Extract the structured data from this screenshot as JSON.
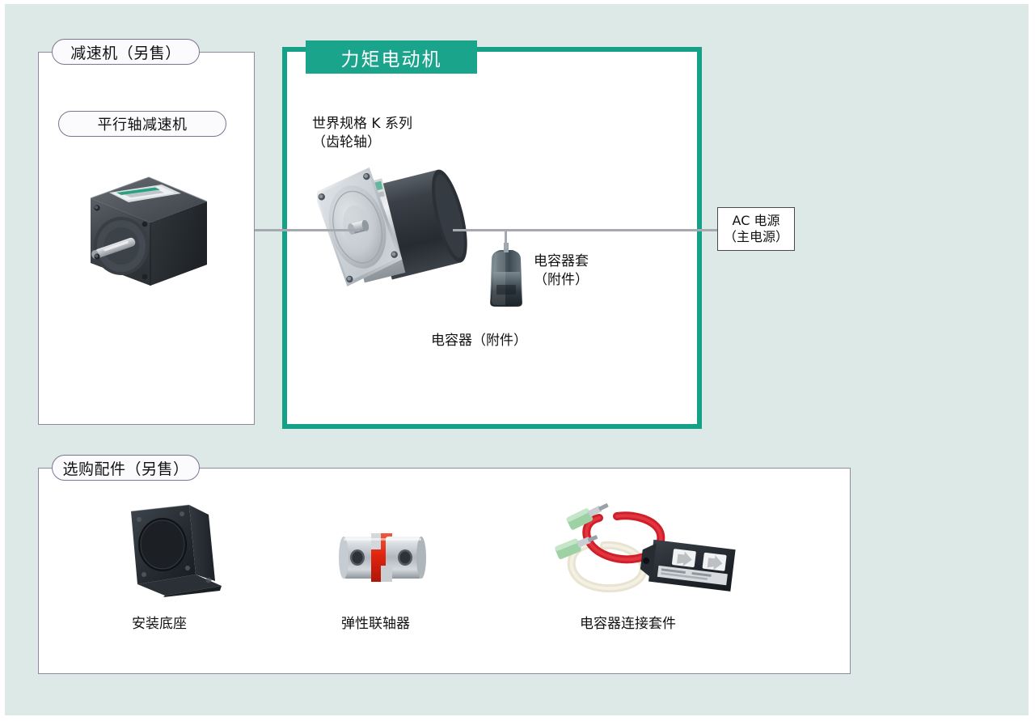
{
  "page": {
    "background_color": "#dde9e6",
    "accent_color": "#1ba48c"
  },
  "gearhead_panel": {
    "title_pill": "减速机（另售）",
    "subtitle_pill": "平行轴减速机",
    "product_name": "parallel-shaft-gearhead"
  },
  "motor_panel": {
    "header": "力矩电动机",
    "spec_line_1": "世界规格 K 系列",
    "spec_line_2": "（齿轮轴）",
    "capacitor_cap_line_1": "电容器套",
    "capacitor_cap_line_2": "（附件）",
    "capacitor_label": "电容器（附件）"
  },
  "power": {
    "line_1": "AC 电源",
    "line_2": "（主电源）"
  },
  "accessories_panel": {
    "title_pill": "选购配件（另售）",
    "items": [
      {
        "label": "安装底座",
        "icon": "mounting-bracket"
      },
      {
        "label": "弹性联轴器",
        "icon": "flexible-coupling"
      },
      {
        "label": "电容器连接套件",
        "icon": "capacitor-connection-kit"
      }
    ]
  }
}
